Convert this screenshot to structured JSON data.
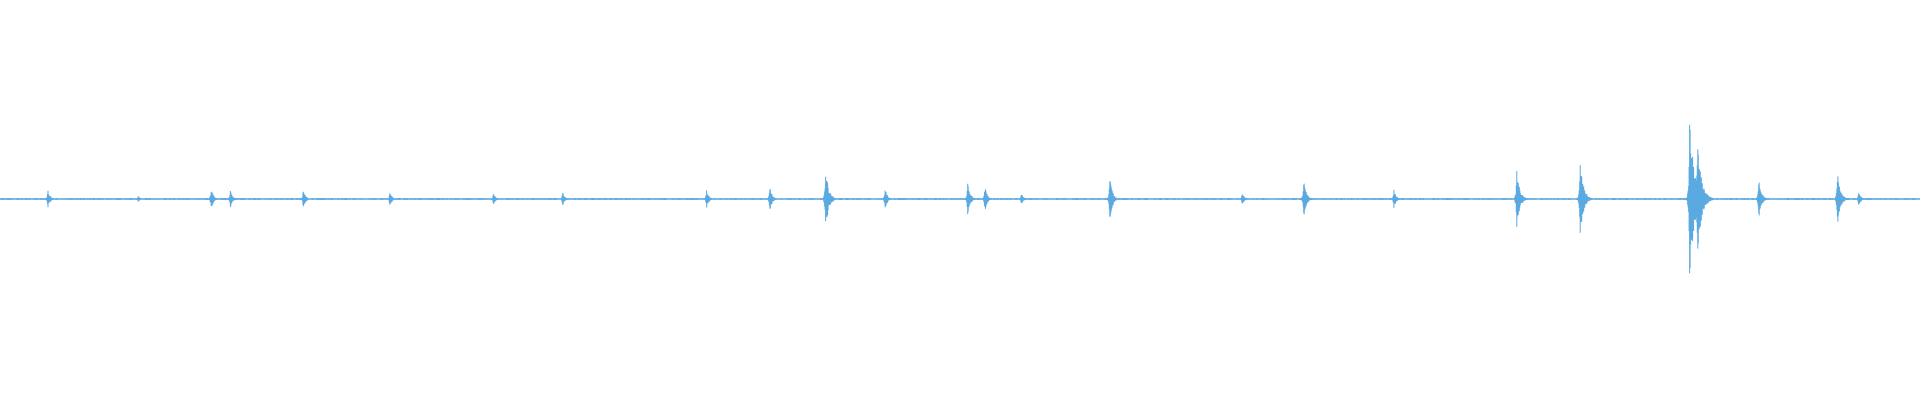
{
  "waveform": {
    "color": "#5aa9e0",
    "background": "#ffffff",
    "baseline_amplitude": 0.002,
    "peaks": [
      {
        "t": 0.025,
        "amp": 0.05
      },
      {
        "t": 0.072,
        "amp": 0.02
      },
      {
        "t": 0.11,
        "amp": 0.06
      },
      {
        "t": 0.12,
        "amp": 0.05
      },
      {
        "t": 0.158,
        "amp": 0.06
      },
      {
        "t": 0.203,
        "amp": 0.04
      },
      {
        "t": 0.257,
        "amp": 0.03
      },
      {
        "t": 0.293,
        "amp": 0.04
      },
      {
        "t": 0.368,
        "amp": 0.05
      },
      {
        "t": 0.401,
        "amp": 0.07
      },
      {
        "t": 0.43,
        "amp": 0.17
      },
      {
        "t": 0.461,
        "amp": 0.06
      },
      {
        "t": 0.504,
        "amp": 0.08
      },
      {
        "t": 0.513,
        "amp": 0.07
      },
      {
        "t": 0.532,
        "amp": 0.03
      },
      {
        "t": 0.578,
        "amp": 0.12
      },
      {
        "t": 0.647,
        "amp": 0.03
      },
      {
        "t": 0.679,
        "amp": 0.1
      },
      {
        "t": 0.726,
        "amp": 0.05
      },
      {
        "t": 0.79,
        "amp": 0.15
      },
      {
        "t": 0.823,
        "amp": 0.19
      },
      {
        "t": 0.88,
        "amp": 0.4
      },
      {
        "t": 0.884,
        "amp": 0.3
      },
      {
        "t": 0.916,
        "amp": 0.12
      },
      {
        "t": 0.957,
        "amp": 0.14
      },
      {
        "t": 0.968,
        "amp": 0.04
      }
    ]
  }
}
